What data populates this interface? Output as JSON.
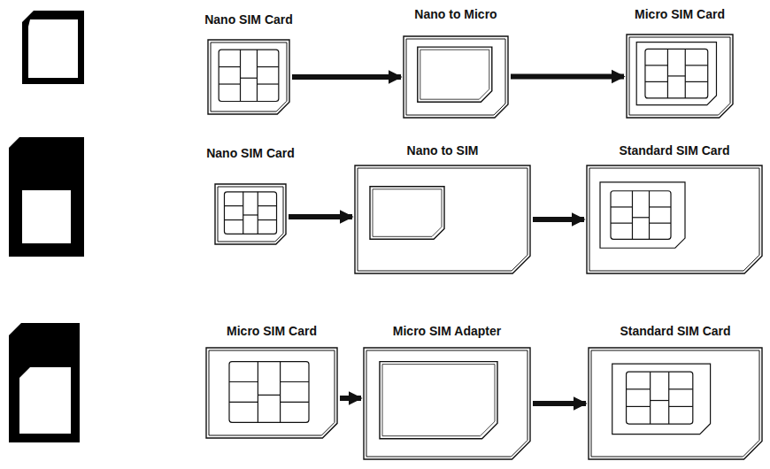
{
  "diagram": {
    "nodes": [
      {
        "text": [
          "Nano SIM Card"
        ]
      },
      {
        "text": [
          "Nano to Micro"
        ]
      },
      {
        "text": [
          "Micro SIM Card"
        ]
      },
      {
        "text": [
          "Nano SIM Card"
        ]
      },
      {
        "text": [
          "Nano to SIM"
        ]
      },
      {
        "text": [
          "Standard SIM Card"
        ]
      },
      {
        "text": [
          "Micro SIM Card"
        ]
      },
      {
        "text": [
          "Micro SIM Adapter"
        ]
      },
      {
        "text": [
          "Standard SIM Card"
        ]
      }
    ],
    "edges": [
      {
        "from": 0,
        "to": 1,
        "arrow": "to"
      },
      {
        "from": 1,
        "to": 2,
        "arrow": "to"
      },
      {
        "from": 3,
        "to": 4,
        "arrow": "to"
      },
      {
        "from": 4,
        "to": 5,
        "arrow": "to"
      },
      {
        "from": 6,
        "to": 7,
        "arrow": "to"
      },
      {
        "from": 7,
        "to": 8,
        "arrow": "to"
      }
    ]
  }
}
